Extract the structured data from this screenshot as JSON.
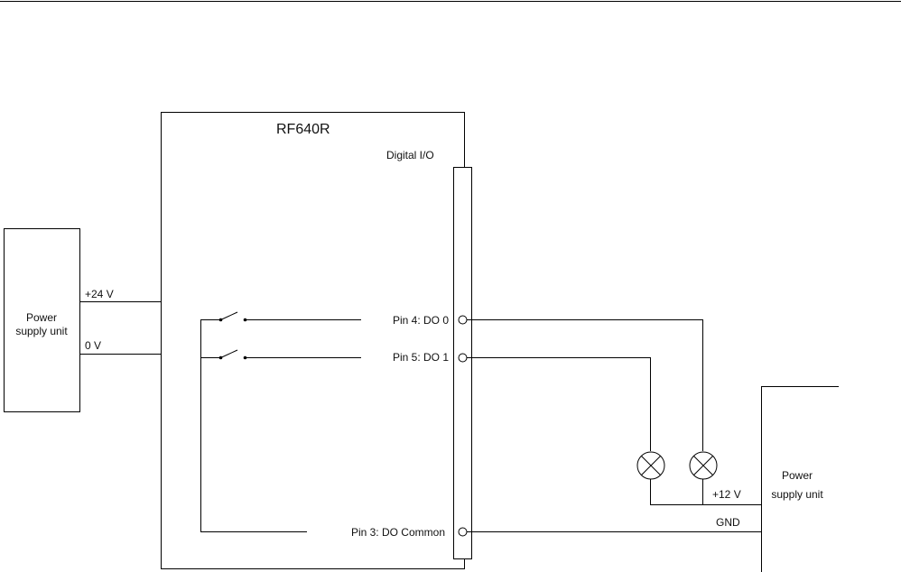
{
  "device": {
    "title": "RF640R",
    "port_label": "Digital I/O"
  },
  "left_psu": {
    "label_line1": "Power",
    "label_line2": "supply unit",
    "plus_label": "+24 V",
    "zero_label": "0 V"
  },
  "right_psu": {
    "label_line1": "Power",
    "label_line2": "supply unit",
    "plus_label": "+12 V",
    "gnd_label": "GND"
  },
  "pins": {
    "pin4": "Pin 4: DO 0",
    "pin5": "Pin 5: DO 1",
    "pin3": "Pin 3: DO Common"
  },
  "colors": {
    "line": "#000000",
    "background": "#ffffff"
  }
}
